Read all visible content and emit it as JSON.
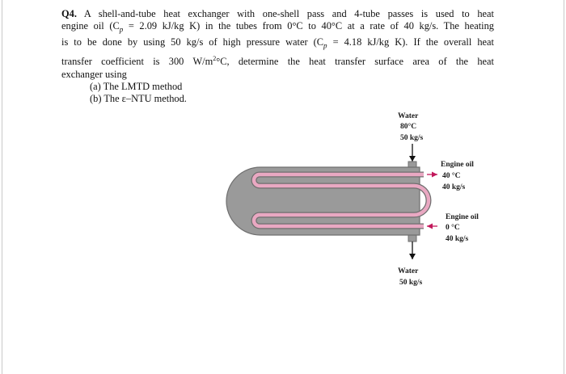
{
  "question": {
    "number": "Q4.",
    "lines": [
      "A shell-and-tube heat exchanger with one-shell pass and 4-tube passes is used to heat",
      "engine oil (C",
      "is to be done by using 50 kg/s of high pressure water (C",
      "transfer coefficient is 300 W/m",
      "exchanger using"
    ],
    "line2_rest": "= 2.09 kJ/kg K) in the tubes from 0°C to 40°C at a rate of 40 kg/s. The heating",
    "line3_rest": "= 4.18 kJ/kg K). If the overall heat",
    "line4_sup": "2",
    "line4_rest": "°C, determine the heat transfer surface area of the heat",
    "cp_symbol": "p"
  },
  "parts": [
    "(a) The LMTD method",
    "(b) The ε–NTU method."
  ],
  "diagram": {
    "water_in": [
      "Water",
      "80°C",
      "50 kg/s"
    ],
    "water_out": [
      "Water",
      "50 kg/s"
    ],
    "oil_out": [
      "Engine oil",
      "40 °C",
      "40 kg/s"
    ],
    "oil_in": [
      "Engine oil",
      "0 °C",
      "40 kg/s"
    ],
    "colors": {
      "shell": "#9a9a9a",
      "shell_edge": "#6f6f6f",
      "tube": "#e9a8c2",
      "tube_edge": "#7a7a7a",
      "arrow": "#c2185b"
    }
  }
}
